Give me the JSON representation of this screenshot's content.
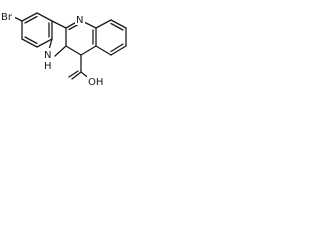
{
  "labels": {
    "bromine": "Br",
    "ring_nitrogen": "N",
    "indole_nh": "N",
    "indole_h": "H",
    "carboxyl": "OH"
  },
  "colors": {
    "bond": "#1a1a1a",
    "background": "#ffffff"
  }
}
